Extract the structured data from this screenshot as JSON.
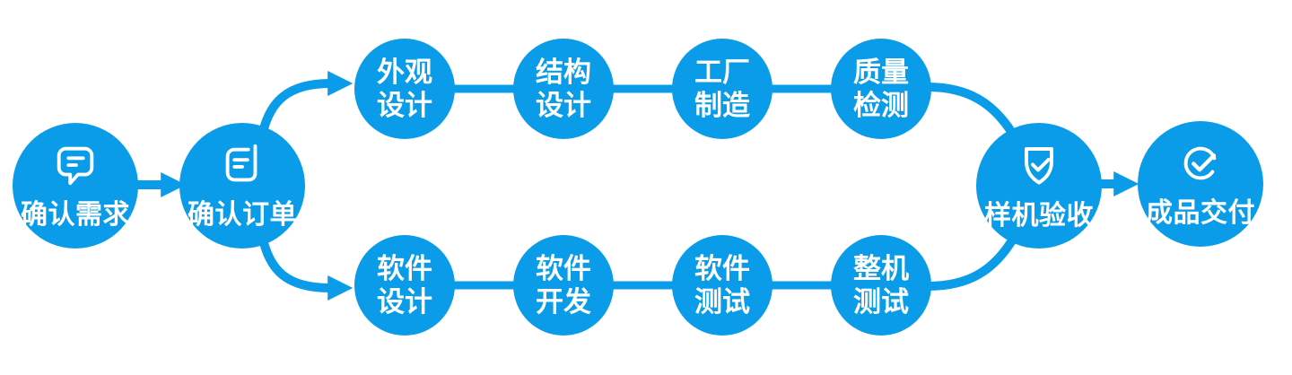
{
  "diagram": {
    "colors": {
      "accent": "#0a9ce8",
      "node_text": "#ffffff",
      "background": "#ffffff"
    },
    "nodes": [
      {
        "id": "confirm-requirements",
        "label": "确认需求",
        "icon": "chat-bubble-icon"
      },
      {
        "id": "confirm-order",
        "label": "确认订单",
        "icon": "order-document-icon"
      },
      {
        "id": "appearance-design",
        "line1": "外观",
        "line2": "设计"
      },
      {
        "id": "structure-design",
        "line1": "结构",
        "line2": "设计"
      },
      {
        "id": "factory-manufacturing",
        "line1": "工厂",
        "line2": "制造"
      },
      {
        "id": "quality-inspection",
        "line1": "质量",
        "line2": "检测"
      },
      {
        "id": "software-design",
        "line1": "软件",
        "line2": "设计"
      },
      {
        "id": "software-development",
        "line1": "软件",
        "line2": "开发"
      },
      {
        "id": "software-testing",
        "line1": "软件",
        "line2": "测试"
      },
      {
        "id": "whole-machine-testing",
        "line1": "整机",
        "line2": "测试"
      },
      {
        "id": "prototype-acceptance",
        "label": "样机验收",
        "icon": "shield-check-icon"
      },
      {
        "id": "product-delivery",
        "label": "成品交付",
        "icon": "check-circle-icon"
      }
    ],
    "edges": [
      {
        "from": "confirm-requirements",
        "to": "confirm-order",
        "arrow": true
      },
      {
        "from": "confirm-order",
        "to": "appearance-design",
        "arrow": true
      },
      {
        "from": "appearance-design",
        "to": "structure-design",
        "arrow": false
      },
      {
        "from": "structure-design",
        "to": "factory-manufacturing",
        "arrow": false
      },
      {
        "from": "factory-manufacturing",
        "to": "quality-inspection",
        "arrow": false
      },
      {
        "from": "quality-inspection",
        "to": "prototype-acceptance",
        "arrow": false
      },
      {
        "from": "confirm-order",
        "to": "software-design",
        "arrow": true
      },
      {
        "from": "software-design",
        "to": "software-development",
        "arrow": false
      },
      {
        "from": "software-development",
        "to": "software-testing",
        "arrow": false
      },
      {
        "from": "software-testing",
        "to": "whole-machine-testing",
        "arrow": false
      },
      {
        "from": "whole-machine-testing",
        "to": "prototype-acceptance",
        "arrow": false
      },
      {
        "from": "prototype-acceptance",
        "to": "product-delivery",
        "arrow": true
      }
    ]
  }
}
